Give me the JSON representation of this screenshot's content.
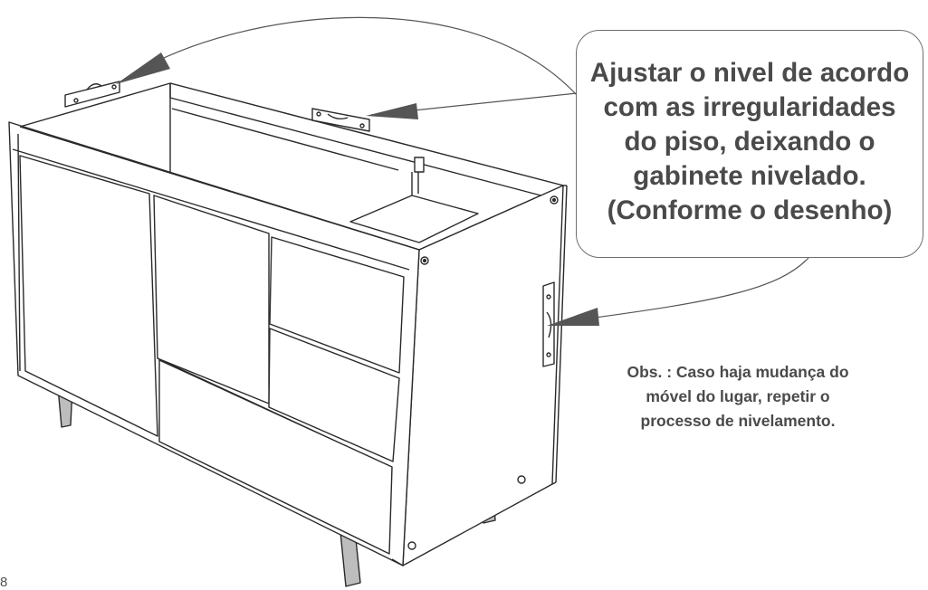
{
  "callout": {
    "lines": [
      "Ajustar o nivel de acordo",
      "com as irregularidades",
      "do piso, deixando o",
      "gabinete nivelado.",
      "(Conforme o desenho)"
    ]
  },
  "note": {
    "lines": [
      "Obs. : Caso haja mudança do",
      "móvel do lugar, repetir o",
      "processo de nivelamento."
    ]
  },
  "page_number": "8",
  "colors": {
    "text": "#4a4a4a",
    "line": "#2a2a2a",
    "arrow": "#555555",
    "callout_border": "#6e6e6e",
    "leg": "#b8b8b8"
  }
}
